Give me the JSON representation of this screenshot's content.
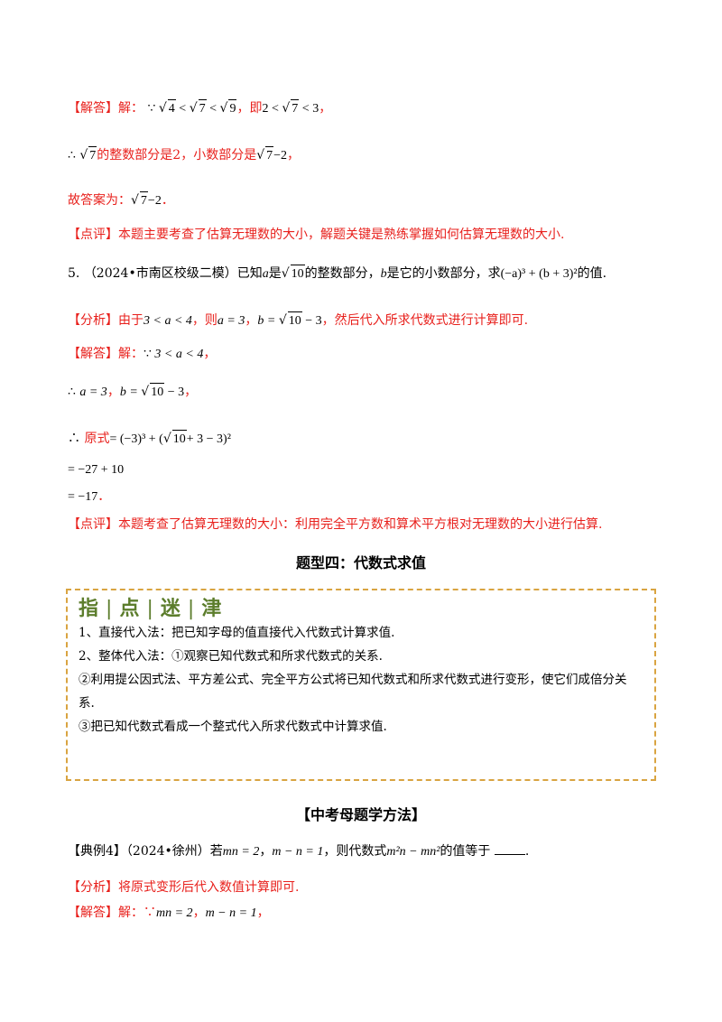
{
  "q4": {
    "answer_tag": "【解答】",
    "answer_word": "解：",
    "because": "∵",
    "r4": "4",
    "r7": "7",
    "r9": "9",
    "lt": "<",
    "ie": "，即",
    "two": "2",
    "three": "3",
    "comma": "，",
    "therefore": "∴",
    "int_text": "的整数部分是2，小数部分是",
    "minus2": "−2",
    "final_label": "故答案为：",
    "period": "．",
    "comment": "【点评】本题主要考查了估算无理数的大小，解题关键是熟练掌握如何估算无理数的大小."
  },
  "q5": {
    "number": "5.",
    "source": "（2024•市南区校级二模）已知",
    "a": "a",
    "is": "是",
    "r10": "10",
    "int_part": "的整数部分，",
    "b": "b",
    "dec_part": "是它的小数部分，求",
    "expr": "(−a)³ + (b + 3)²",
    "value_of": "的值.",
    "analysis_tag": "【分析】",
    "analysis_text": "由于",
    "ineq": "3 < a < 4",
    "then": "，则",
    "a_eq": "a = 3",
    "b_eq_pre": "b =",
    "minus3": "− 3",
    "analysis_end": "，然后代入所求代数式进行计算即可.",
    "answer_tag": "【解答】",
    "answer_word": "解：",
    "step2_a": "a = 3",
    "orig": "原式",
    "step3_expr_a": "= (−3)³ + (",
    "step3_expr_b": "+ 3 − 3)²",
    "step4": "= −27 + 10",
    "step5": "= −17",
    "comment": "【点评】本题考查了估算无理数的大小：利用完全平方数和算术平方根对无理数的大小进行估算."
  },
  "section_title": "题型四：代数式求值",
  "tips": {
    "header": [
      "指",
      "点",
      "迷",
      "津"
    ],
    "lines": [
      "1、直接代入法：把已知字母的值直接代入代数式计算求值.",
      "2、整体代入法：①观察已知代数式和所求代数式的关系.",
      "②利用提公因式法、平方差公式、完全平方公式将已知代数式和所求代数式进行变形，使它们成倍分关",
      "系.",
      "③把已知代数式看成一个整式代入所求代数式中计算求值."
    ]
  },
  "method_title": "【中考母题学方法】",
  "example4": {
    "label": "【典例4】（2024•徐州）若",
    "c1": "mn = 2",
    "sep": "，",
    "c2": "m − n = 1",
    "mid": "，则代数式",
    "expr": "m²n − mn²",
    "tail": "的值等于",
    "end": ".",
    "analysis": "【分析】将原式变形后代入数值计算即可.",
    "answer_tag": "【解答】",
    "answer_word": "解：∵",
    "a1": "mn = 2",
    "a2": "m − n = 1"
  }
}
